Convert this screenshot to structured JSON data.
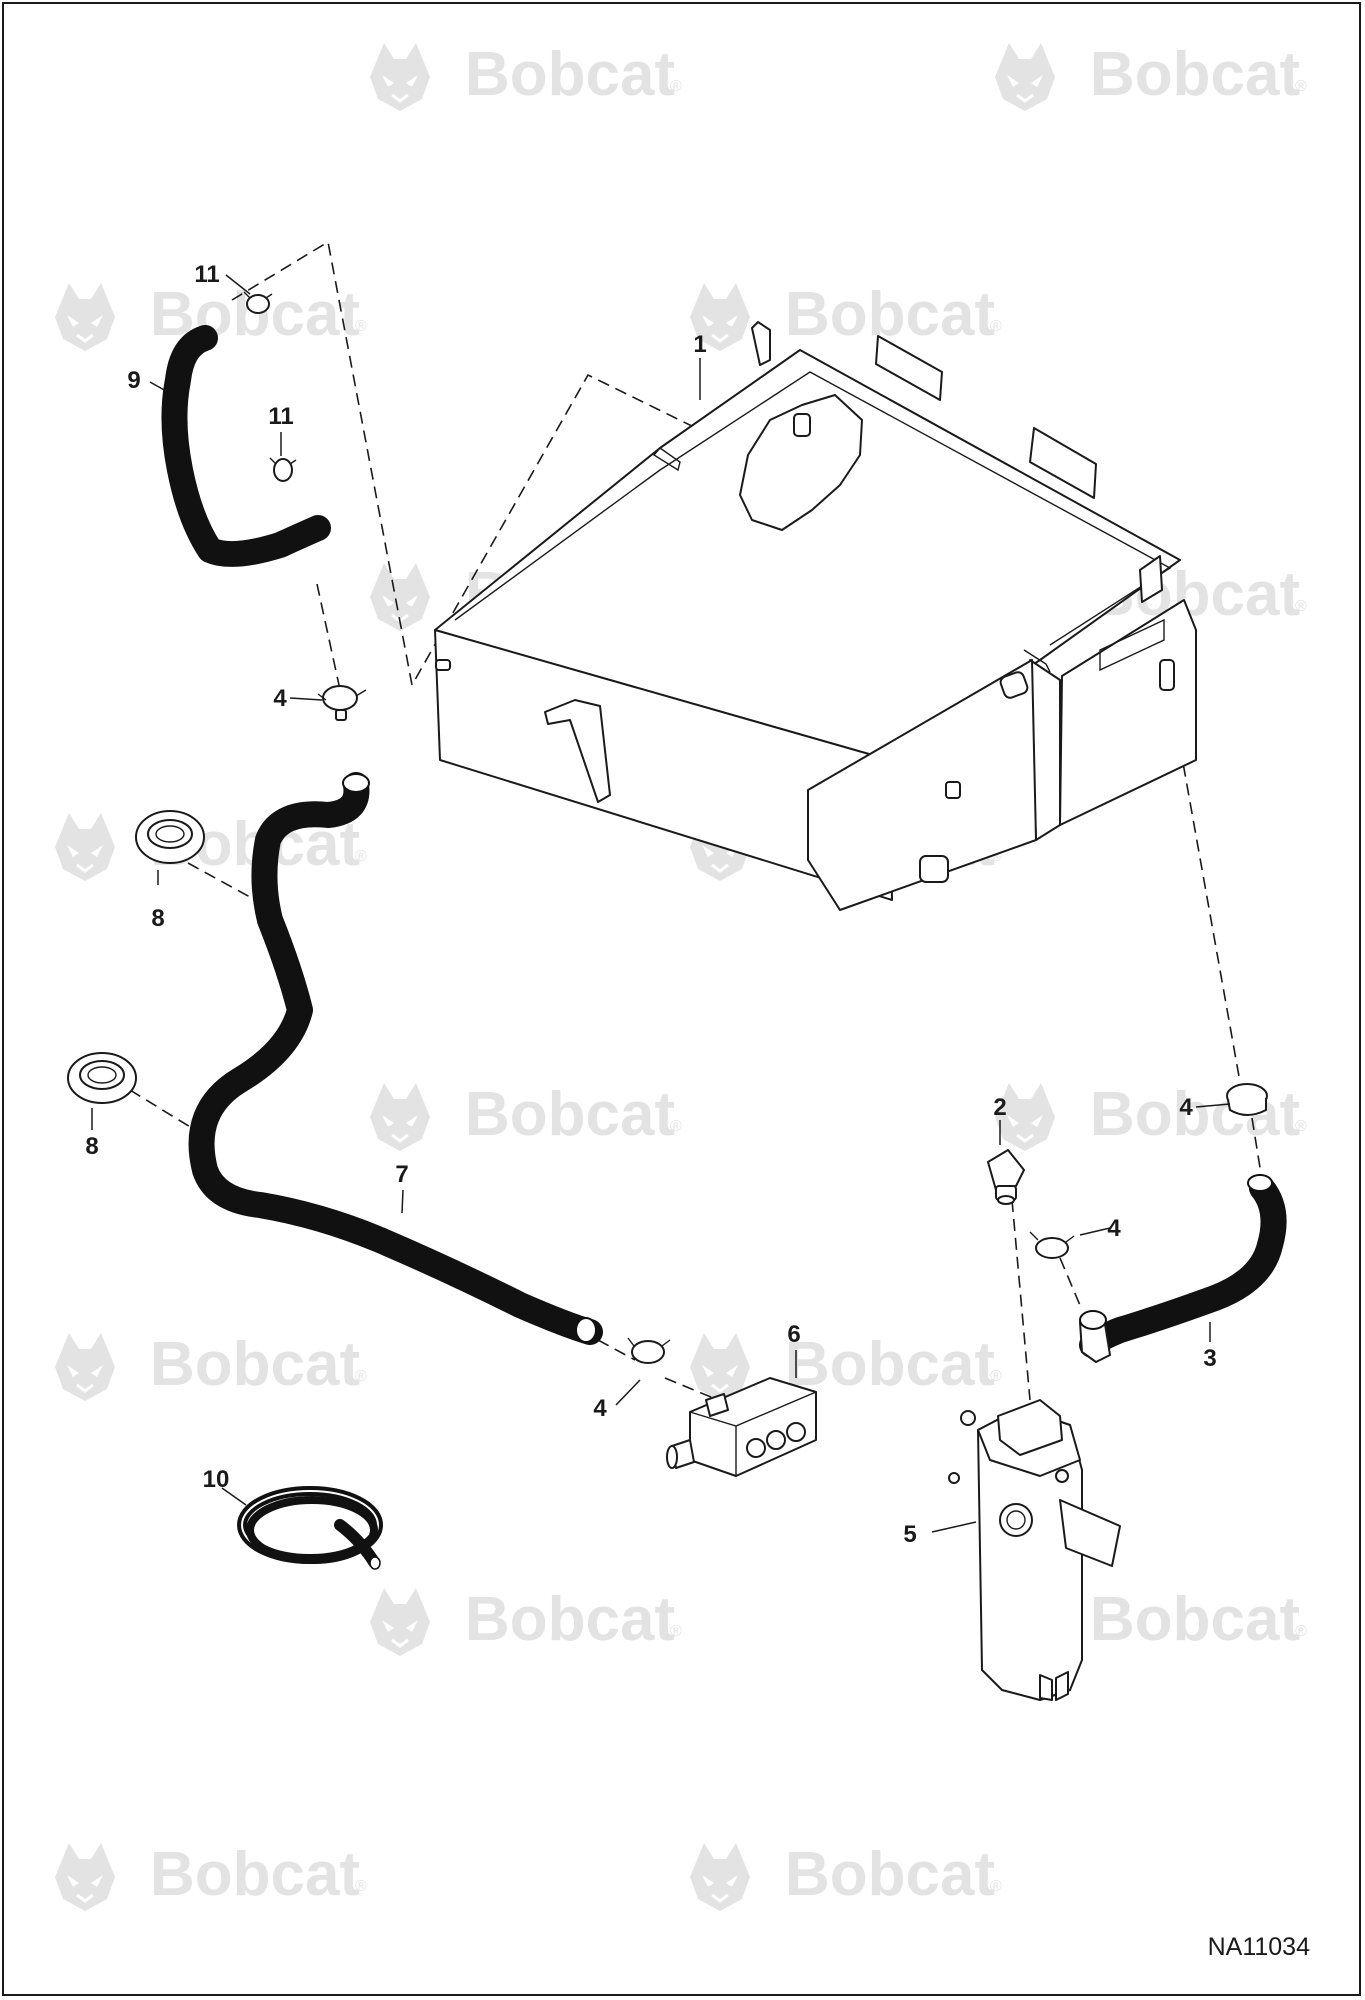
{
  "watermark": {
    "text": "Bobcat",
    "mark": "®",
    "icon": "bobcat-logo-icon",
    "color": "#e3e3e3"
  },
  "reference_id": "NA11034",
  "colors": {
    "line": "#1a1a1a",
    "hose": "#111111",
    "background": "#ffffff"
  },
  "callouts": [
    {
      "id": "c1",
      "label": "1"
    },
    {
      "id": "c2",
      "label": "2"
    },
    {
      "id": "c3",
      "label": "3"
    },
    {
      "id": "c4a",
      "label": "4"
    },
    {
      "id": "c4b",
      "label": "4"
    },
    {
      "id": "c4c",
      "label": "4"
    },
    {
      "id": "c4d",
      "label": "4"
    },
    {
      "id": "c5",
      "label": "5"
    },
    {
      "id": "c6",
      "label": "6"
    },
    {
      "id": "c7",
      "label": "7"
    },
    {
      "id": "c8a",
      "label": "8"
    },
    {
      "id": "c8b",
      "label": "8"
    },
    {
      "id": "c9",
      "label": "9"
    },
    {
      "id": "c10",
      "label": "10"
    },
    {
      "id": "c11a",
      "label": "11"
    },
    {
      "id": "c11b",
      "label": "11"
    }
  ]
}
